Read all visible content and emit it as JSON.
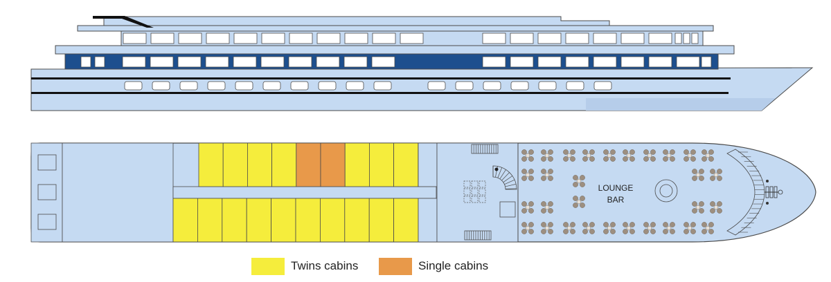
{
  "colors": {
    "hull": "#c5daf2",
    "hull_dark": "#1d4f8e",
    "outline": "#4a4a4a",
    "window": "#ffffff",
    "twin": "#f5ed3c",
    "single": "#e8994a",
    "table": "#9d8f80",
    "line": "#111111"
  },
  "lounge": {
    "label_line1": "LOUNGE",
    "label_line2": "BAR"
  },
  "cabins": {
    "top_row": [
      "twin",
      "twin",
      "twin",
      "twin",
      "single",
      "single",
      "twin",
      "twin",
      "twin"
    ],
    "bottom_row": [
      "twin",
      "twin",
      "twin",
      "twin",
      "twin",
      "twin",
      "twin",
      "twin",
      "twin",
      "twin"
    ]
  },
  "legend": [
    {
      "type": "twin",
      "label": "Twins cabins"
    },
    {
      "type": "single",
      "label": "Single cabins"
    }
  ]
}
